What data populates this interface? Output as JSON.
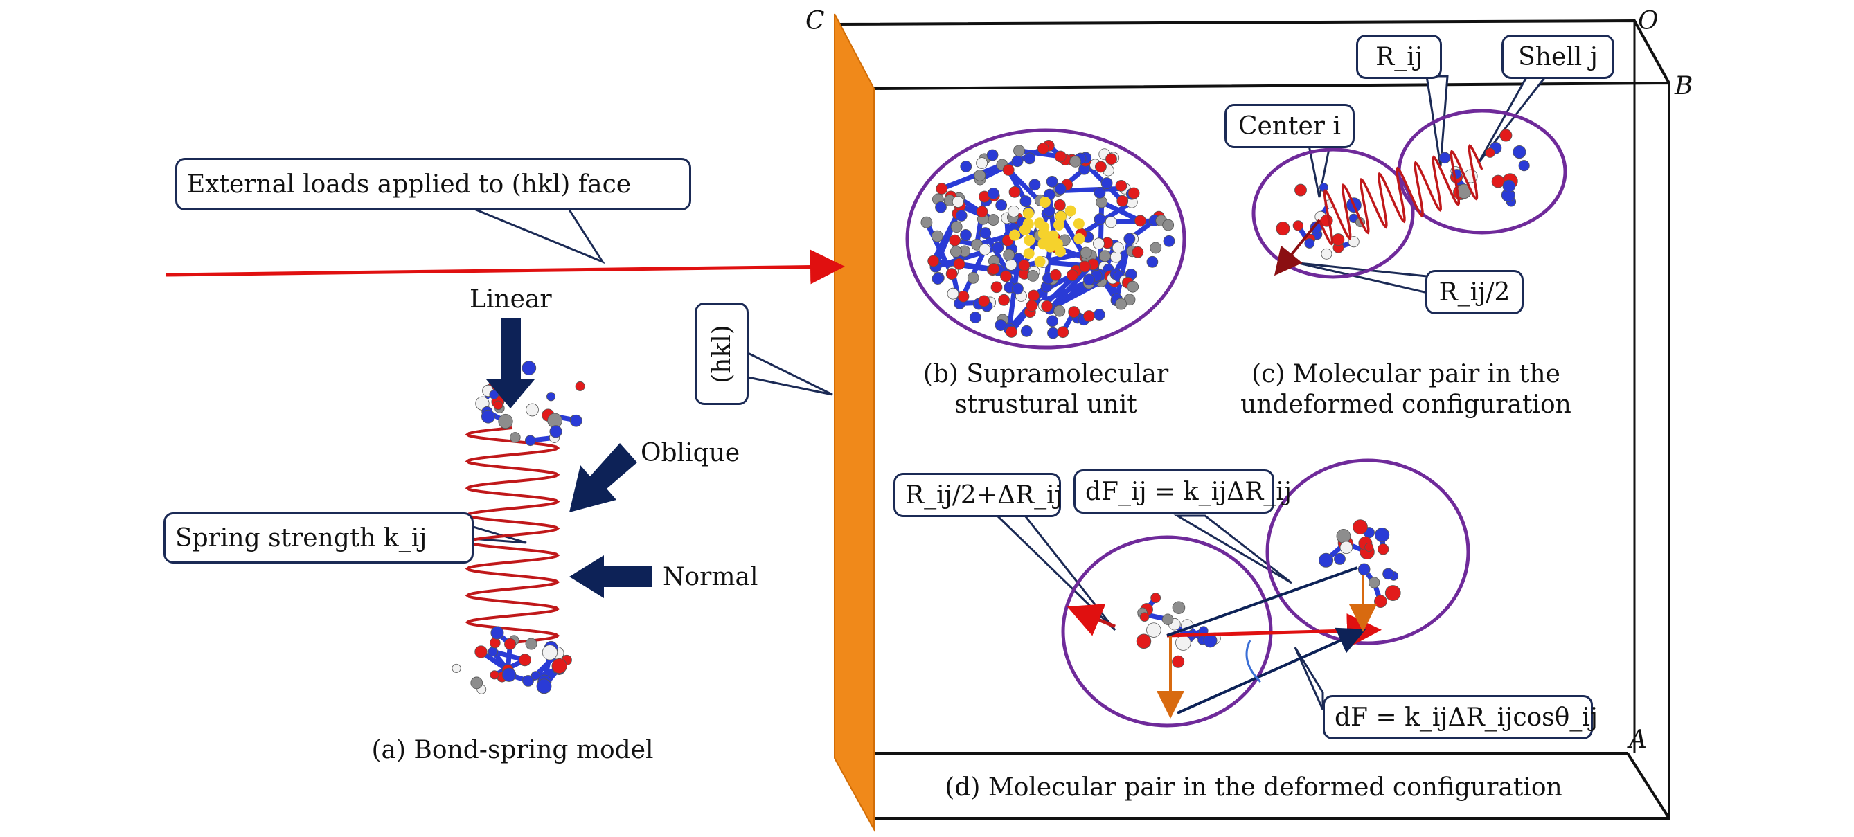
{
  "corners": {
    "C": "C",
    "O": "O",
    "B": "B",
    "A": "A"
  },
  "load_label": "External loads applied to (hkl) face",
  "face_label": "(hkl)",
  "bond_model": {
    "linear": "Linear",
    "oblique": "Oblique",
    "normal": "Normal",
    "spring_strength": "Spring strength k_ij",
    "caption": "(a) Bond-spring model"
  },
  "panel_b": {
    "caption_line1": "(b) Supramolecular",
    "caption_line2": "strustural unit"
  },
  "panel_c": {
    "r_ij": "R_ij",
    "shell_j": "Shell j",
    "center_i": "Center i",
    "r_ij_half": "R_ij/2",
    "caption_line1": "(c) Molecular pair in the",
    "caption_line2": "undeformed configuration"
  },
  "panel_d": {
    "r_half_plus_delta": "R_ij/2+ΔR_ij",
    "dF_ij": "dF_ij = k_ijΔR_ij",
    "dF": "dF = k_ijΔR_ijcosθ_ij",
    "caption": "(d) Molecular pair in the deformed configuration"
  },
  "colors": {
    "face": "#f0891a",
    "box_line": "#111111",
    "callout_border": "#1b2a55",
    "arrow_navy": "#0d2257",
    "load_line": "#e01010",
    "spring": "#c0181a",
    "circle": "#6f2a9a",
    "atom_o": "#e21b1b",
    "atom_n": "#2a3bd6",
    "atom_c": "#8d8d8d",
    "atom_h": "#f2f2f2",
    "atom_s": "#f5d22c",
    "force_orange": "#d86a10",
    "angle_blue": "#3b6fd6"
  }
}
